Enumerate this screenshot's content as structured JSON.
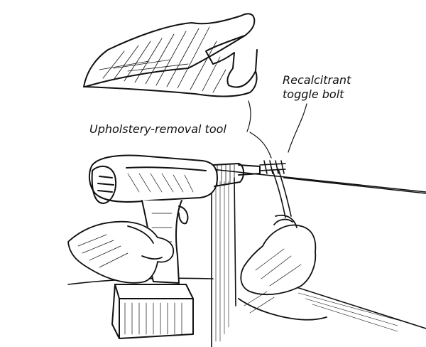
{
  "labels": {
    "tool": "Upholstery-removal tool",
    "bolt_line1": "Recalcitrant",
    "bolt_line2": "toggle bolt"
  },
  "style": {
    "ink": "#111111",
    "paper": "#ffffff"
  }
}
